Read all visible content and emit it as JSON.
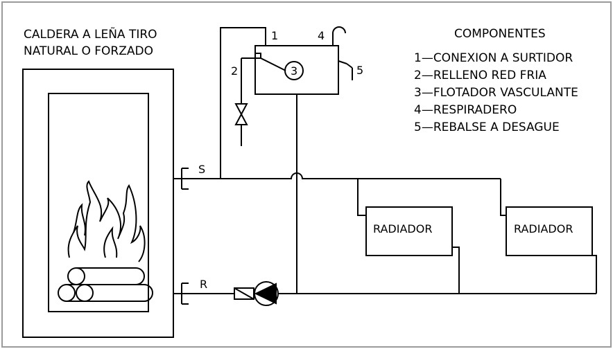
{
  "title": {
    "line1": "CALDERA A LEÑA TIRO",
    "line2": "NATURAL O FORZADO"
  },
  "legend": {
    "heading": "COMPONENTES",
    "items": [
      "1—CONEXION A SURTIDOR",
      "2—RELLENO RED FRIA",
      "3—FLOTADOR VASCULANTE",
      "4—RESPIRADERO",
      "5—REBALSE A DESAGUE"
    ]
  },
  "labels": {
    "supply": "S",
    "return": "R",
    "n1": "1",
    "n2": "2",
    "n3": "3",
    "n4": "4",
    "n5": "5"
  },
  "radiators": [
    {
      "label": "RADIADOR"
    },
    {
      "label": "RADIADOR"
    }
  ],
  "colors": {
    "line": "#000000",
    "frame": "#9a9a9a",
    "background": "#ffffff"
  }
}
